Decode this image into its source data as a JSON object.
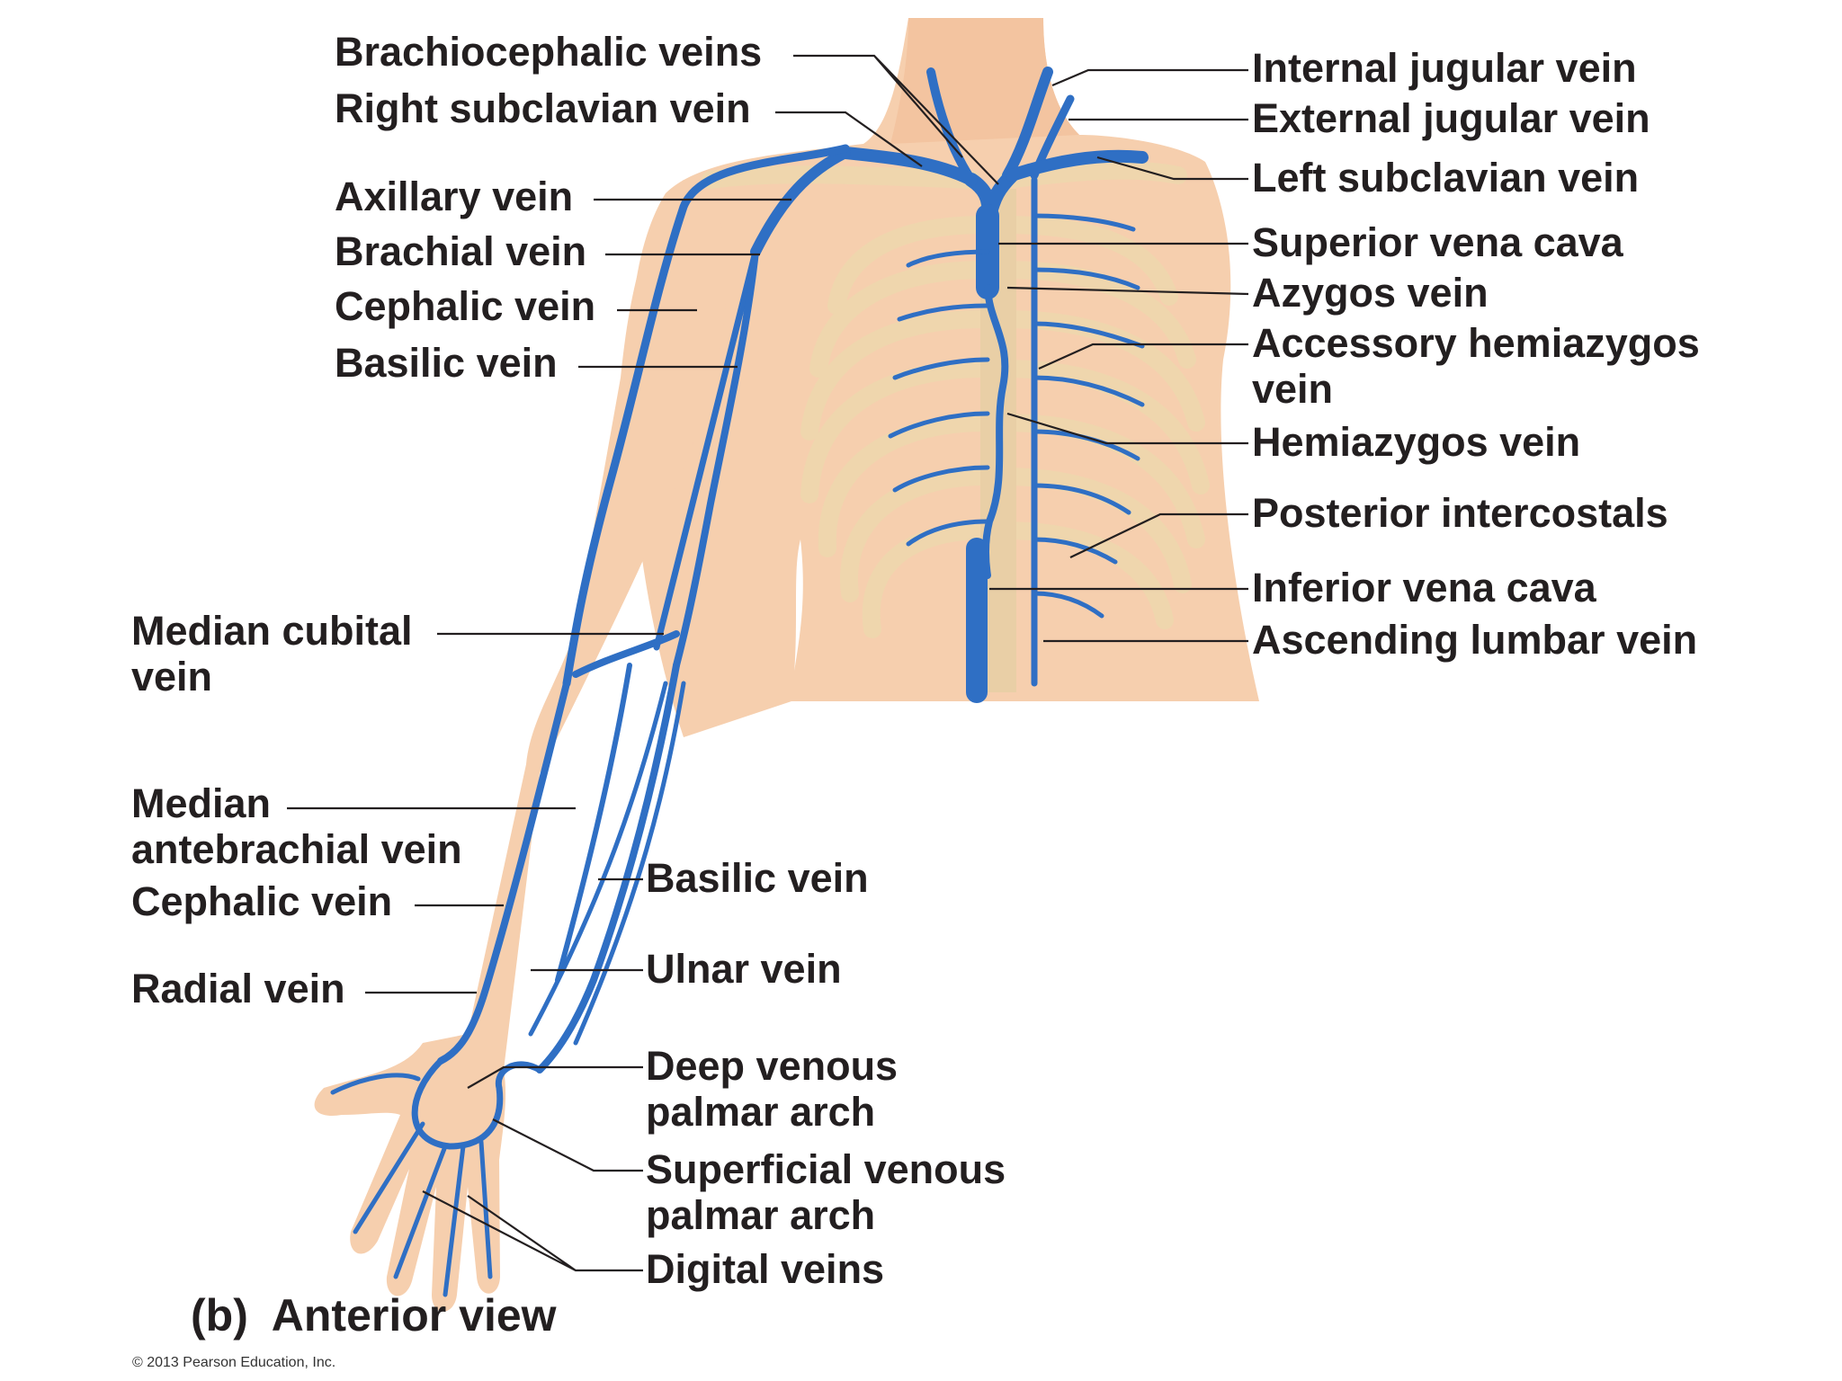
{
  "figure": {
    "panel_letter": "(b)",
    "view_label": "Anterior view",
    "copyright": "© 2013 Pearson Education, Inc."
  },
  "colors": {
    "vein": "#2f6fc4",
    "vein_dark": "#1a4f9c",
    "skin": "#f5c9a6",
    "bone": "#f3dcb4",
    "text": "#231f20"
  },
  "labels": {
    "brachiocephalic": "Brachiocephalic veins",
    "right_subclavian": "Right subclavian vein",
    "axillary": "Axillary vein",
    "brachial": "Brachial vein",
    "cephalic_upper": "Cephalic vein",
    "basilic_upper": "Basilic vein",
    "median_cubital": [
      "Median cubital",
      "vein"
    ],
    "median_antebrachial": [
      "Median",
      "antebrachial vein"
    ],
    "cephalic_lower": "Cephalic vein",
    "radial": "Radial vein",
    "internal_jugular": "Internal jugular vein",
    "external_jugular": "External jugular vein",
    "left_subclavian": "Left subclavian vein",
    "superior_vena_cava": "Superior vena cava",
    "azygos": "Azygos vein",
    "accessory_hemiazygos": [
      "Accessory hemiazygos",
      "vein"
    ],
    "hemiazygos": "Hemiazygos vein",
    "posterior_intercostals": "Posterior intercostals",
    "inferior_vena_cava": "Inferior vena cava",
    "ascending_lumbar": "Ascending lumbar vein",
    "basilic_lower": "Basilic vein",
    "ulnar": "Ulnar vein",
    "deep_palmar": [
      "Deep venous",
      "palmar arch"
    ],
    "superficial_palmar": [
      "Superficial venous",
      "palmar arch"
    ],
    "digital": "Digital veins"
  }
}
